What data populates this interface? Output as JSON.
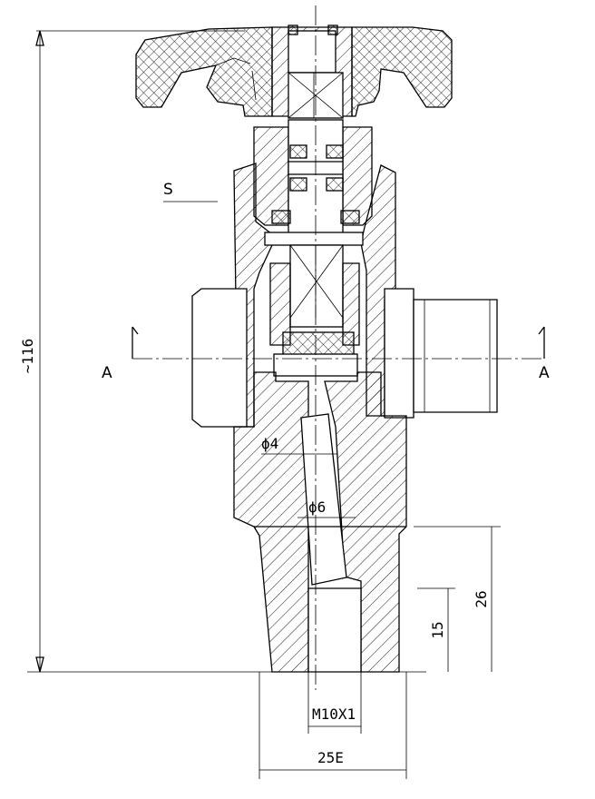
{
  "drawing": {
    "overall_height_label": "~116",
    "section_label_left": "A",
    "section_label_right": "A",
    "seal_label": "S",
    "bore_small_label": "ϕ4",
    "bore_large_label": "ϕ6",
    "thread_label": "M10X1",
    "taper_label": "25E",
    "height_26_label": "26",
    "height_15_label": "15"
  }
}
